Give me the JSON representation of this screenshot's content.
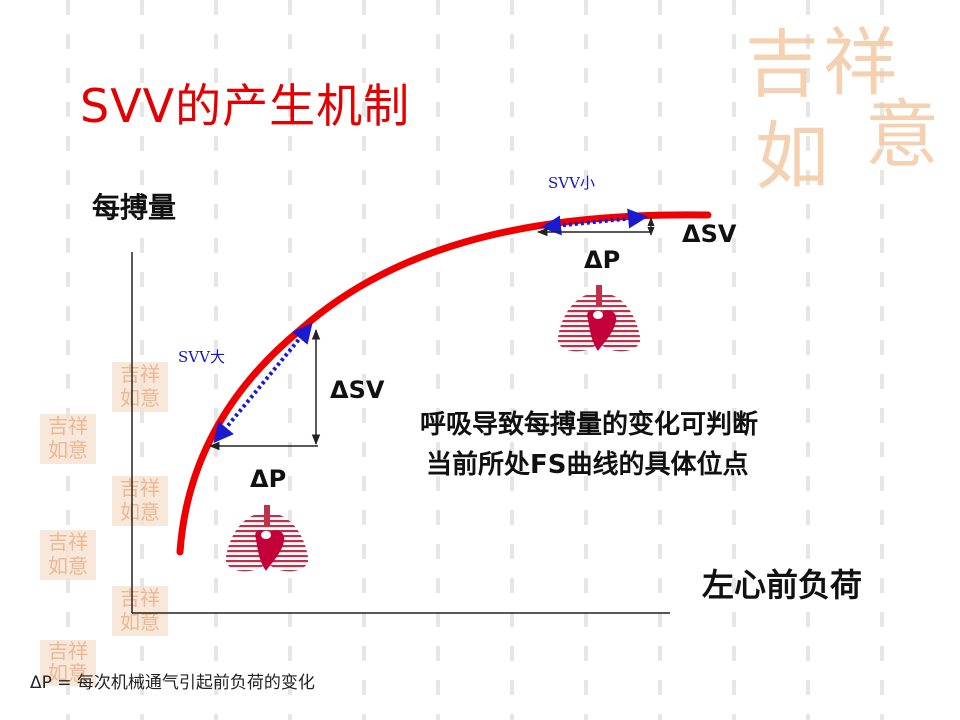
{
  "title": "SVV的产生机制",
  "y_axis_label": "每搏量",
  "x_axis_label": "左心前负荷",
  "upper_segment": {
    "svv_label": "SVV小",
    "delta_p": "ΔP",
    "delta_sv": "ΔSV"
  },
  "lower_segment": {
    "svv_label": "SVV大",
    "delta_p": "ΔP",
    "delta_sv": "ΔSV"
  },
  "note_line1": "呼吸导致每搏量的变化可判断",
  "note_line2": "当前所处FS曲线的具体位点",
  "footnote": "ΔP = 每次机械通气引起前负荷的变化",
  "watermark_glyphs": [
    "吉",
    "祥",
    "如",
    "意"
  ],
  "colors": {
    "title": "#e30000",
    "curve": "#ee0000",
    "arrows": "#1a1ad0",
    "lung": "#c0304a",
    "heart": "#c4003a",
    "watermark": "#f3c9a3"
  }
}
